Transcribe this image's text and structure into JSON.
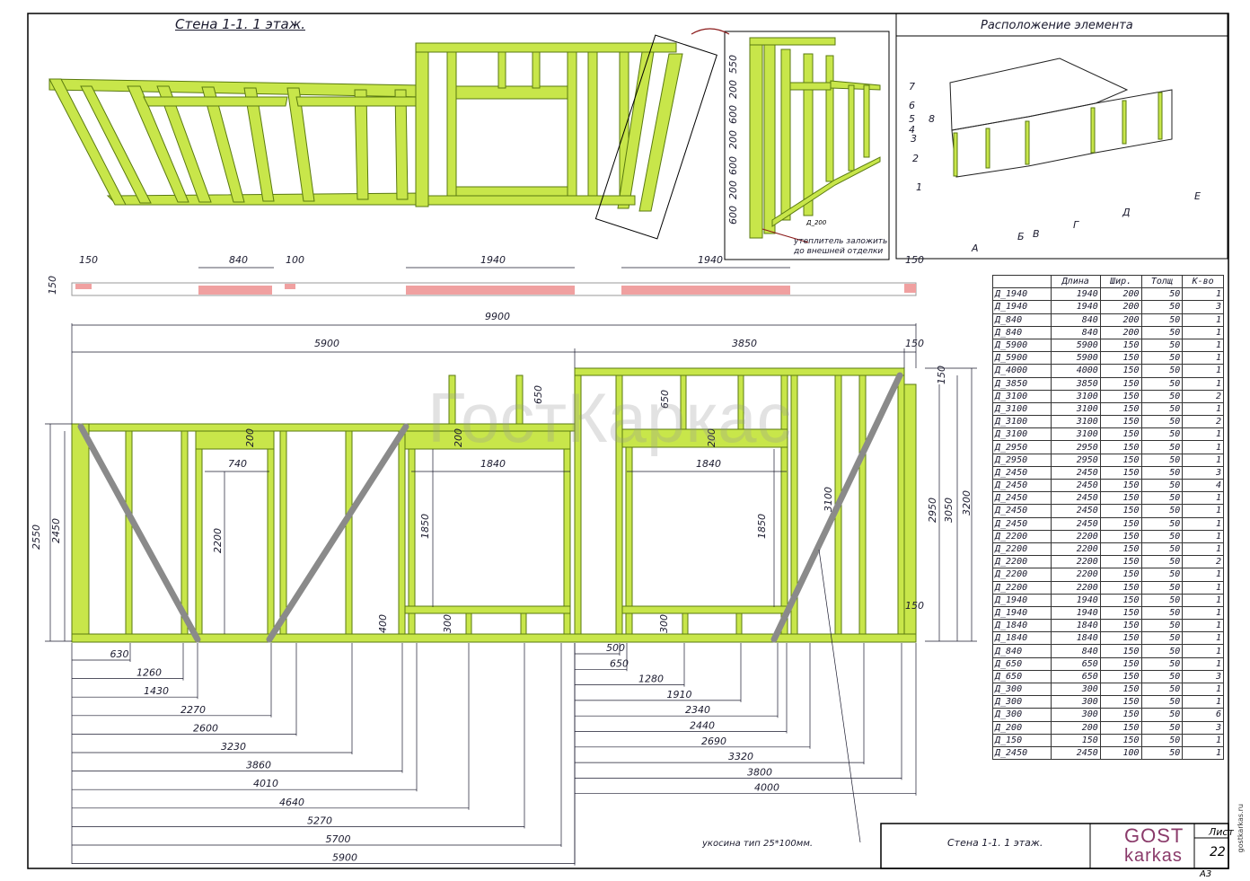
{
  "drawing": {
    "main_title": "Стена 1-1.   1 этаж.",
    "location_title": "Расположение элемента",
    "watermark": "ГостКаркас",
    "insulation_note_line1": "утеплитель заложить",
    "insulation_note_line2": "до внешней отделки",
    "detail_label": "Д_200",
    "brace_note": "укосина тип 25*100мм.",
    "sheet_name": "Стена 1-1.   1 этаж.",
    "sheet_label": "Лист",
    "sheet_number": "22",
    "format": "А3",
    "logo_top": "GOST",
    "logo_bottom": "karkas",
    "site": "gostkarkas.ru"
  },
  "dims": {
    "top_row": [
      "150",
      "840",
      "100",
      "1940",
      "1940",
      "150"
    ],
    "left_150": "150",
    "total": "9900",
    "left_part": "5900",
    "right_part": "3850",
    "right_150": "150",
    "heights_left": [
      "2550",
      "2450"
    ],
    "heights_right": [
      "2950",
      "3050",
      "3200"
    ],
    "r150": "150",
    "r150b": "150",
    "opening1_w": "740",
    "opening1_h": "2200",
    "lintel": "200",
    "opening2_w": "1840",
    "opening2_h": "1850",
    "opening3_w": "1840",
    "opening3_h": "1850",
    "sill": "300",
    "sill_h": "400",
    "upper": "650",
    "stud_3100": "3100",
    "bottom_left": [
      "630",
      "1260",
      "1430",
      "2270",
      "2600",
      "3230",
      "3860",
      "4010",
      "4640",
      "5270",
      "5700",
      "5900"
    ],
    "bottom_right": [
      "500",
      "650",
      "1280",
      "1910",
      "2340",
      "2440",
      "2690",
      "3320",
      "3800",
      "4000"
    ],
    "iso_left": [
      "550",
      "200",
      "600",
      "200",
      "600",
      "200",
      "600"
    ],
    "axes": [
      "7",
      "6",
      "5",
      "4",
      "3",
      "2",
      "1",
      "8",
      "А",
      "Б",
      "В",
      "Г",
      "Д",
      "Е"
    ]
  },
  "table": {
    "headers": [
      "",
      "Длина",
      "Шир.",
      "Толщ",
      "К-во"
    ],
    "rows": [
      [
        "Д_1940",
        "1940",
        "200",
        "50",
        "1"
      ],
      [
        "Д_1940",
        "1940",
        "200",
        "50",
        "3"
      ],
      [
        "Д_840",
        "840",
        "200",
        "50",
        "1"
      ],
      [
        "Д_840",
        "840",
        "200",
        "50",
        "1"
      ],
      [
        "Д_5900",
        "5900",
        "150",
        "50",
        "1"
      ],
      [
        "Д_5900",
        "5900",
        "150",
        "50",
        "1"
      ],
      [
        "Д_4000",
        "4000",
        "150",
        "50",
        "1"
      ],
      [
        "Д_3850",
        "3850",
        "150",
        "50",
        "1"
      ],
      [
        "Д_3100",
        "3100",
        "150",
        "50",
        "2"
      ],
      [
        "Д_3100",
        "3100",
        "150",
        "50",
        "1"
      ],
      [
        "Д_3100",
        "3100",
        "150",
        "50",
        "2"
      ],
      [
        "Д_3100",
        "3100",
        "150",
        "50",
        "1"
      ],
      [
        "Д_2950",
        "2950",
        "150",
        "50",
        "1"
      ],
      [
        "Д_2950",
        "2950",
        "150",
        "50",
        "1"
      ],
      [
        "Д_2450",
        "2450",
        "150",
        "50",
        "3"
      ],
      [
        "Д_2450",
        "2450",
        "150",
        "50",
        "4"
      ],
      [
        "Д_2450",
        "2450",
        "150",
        "50",
        "1"
      ],
      [
        "Д_2450",
        "2450",
        "150",
        "50",
        "1"
      ],
      [
        "Д_2450",
        "2450",
        "150",
        "50",
        "1"
      ],
      [
        "Д_2200",
        "2200",
        "150",
        "50",
        "1"
      ],
      [
        "Д_2200",
        "2200",
        "150",
        "50",
        "1"
      ],
      [
        "Д_2200",
        "2200",
        "150",
        "50",
        "2"
      ],
      [
        "Д_2200",
        "2200",
        "150",
        "50",
        "1"
      ],
      [
        "Д_2200",
        "2200",
        "150",
        "50",
        "1"
      ],
      [
        "Д_1940",
        "1940",
        "150",
        "50",
        "1"
      ],
      [
        "Д_1940",
        "1940",
        "150",
        "50",
        "1"
      ],
      [
        "Д_1840",
        "1840",
        "150",
        "50",
        "1"
      ],
      [
        "Д_1840",
        "1840",
        "150",
        "50",
        "1"
      ],
      [
        "Д_840",
        "840",
        "150",
        "50",
        "1"
      ],
      [
        "Д_650",
        "650",
        "150",
        "50",
        "1"
      ],
      [
        "Д_650",
        "650",
        "150",
        "50",
        "3"
      ],
      [
        "Д_300",
        "300",
        "150",
        "50",
        "1"
      ],
      [
        "Д_300",
        "300",
        "150",
        "50",
        "1"
      ],
      [
        "Д_300",
        "300",
        "150",
        "50",
        "6"
      ],
      [
        "Д_200",
        "200",
        "150",
        "50",
        "3"
      ],
      [
        "Д_150",
        "150",
        "150",
        "50",
        "1"
      ],
      [
        "Д_2450",
        "2450",
        "100",
        "50",
        "1"
      ]
    ]
  },
  "colors": {
    "timber": "#c8e64a",
    "timber_edge": "#5a7a10",
    "brace": "#8a8a8a",
    "dim_line": "#1a1a2e",
    "plan_fill": "#f0a0a0",
    "logo": "#8a3a6a"
  }
}
